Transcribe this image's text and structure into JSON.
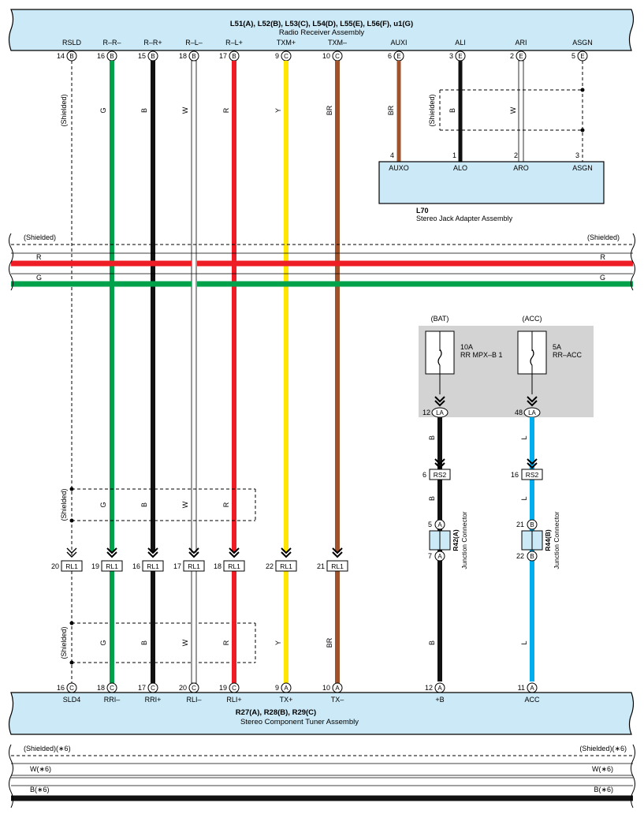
{
  "colors": {
    "panel_fill": "#cbe9f6",
    "fuse_box": "#d3d3d3",
    "green": "#00a14b",
    "black": "#111111",
    "red": "#ee1c25",
    "yellow": "#ffe600",
    "brown": "#a0522d",
    "blue": "#00aeef",
    "white_wire": "#ffffff"
  },
  "radio": {
    "title": "L51(A), L52(B), L53(C), L54(D), L55(E), L56(F), u1(G)",
    "subtitle": "Radio Receiver Assembly",
    "pins": [
      {
        "label": "RSLD",
        "num": "14",
        "conn": "B"
      },
      {
        "label": "R–R–",
        "num": "16",
        "conn": "B"
      },
      {
        "label": "R–R+",
        "num": "15",
        "conn": "B"
      },
      {
        "label": "R–L–",
        "num": "18",
        "conn": "B"
      },
      {
        "label": "R–L+",
        "num": "17",
        "conn": "B"
      },
      {
        "label": "TXM+",
        "num": "9",
        "conn": "C"
      },
      {
        "label": "TXM–",
        "num": "10",
        "conn": "C"
      },
      {
        "label": "AUXI",
        "num": "6",
        "conn": "E"
      },
      {
        "label": "ALI",
        "num": "3",
        "conn": "E"
      },
      {
        "label": "ARI",
        "num": "2",
        "conn": "E"
      },
      {
        "label": "ASGN",
        "num": "5",
        "conn": "E"
      }
    ]
  },
  "wires_top": {
    "shielded": "(Shielded)",
    "g": "G",
    "b": "B",
    "w": "W",
    "r": "R",
    "y": "Y",
    "br": "BR"
  },
  "jack": {
    "id": "L70",
    "name": "Stereo Jack Adapter Assembly",
    "pins": [
      {
        "label": "AUXO",
        "num": "4"
      },
      {
        "label": "ALO",
        "num": "1"
      },
      {
        "label": "ARO",
        "num": "2"
      },
      {
        "label": "ASGN",
        "num": "3"
      }
    ],
    "wire_br": "BR",
    "wire_b": "B",
    "wire_w": "W",
    "shielded": "(Shielded)"
  },
  "bus": {
    "shielded_left": "(Shielded)",
    "shielded_right": "(Shielded)",
    "r_left": "R",
    "r_right": "R",
    "g_left": "G",
    "g_right": "G"
  },
  "fuses": {
    "bat": {
      "label": "(BAT)",
      "amp": "10A",
      "name": "RR MPX–B 1",
      "pin": "12",
      "conn": "LA"
    },
    "acc": {
      "label": "(ACC)",
      "amp": "5A",
      "name": "RR–ACC",
      "pin": "48",
      "conn": "LA"
    }
  },
  "rs2": [
    {
      "num": "6",
      "label": "RS2",
      "wire_above": "B",
      "wire_below": "B"
    },
    {
      "num": "16",
      "label": "RS2",
      "wire_above": "L",
      "wire_below": "L"
    }
  ],
  "junctions": [
    {
      "id": "R42(A)",
      "name": "Junction Connector",
      "pin_top": "5",
      "conn_top": "A",
      "pin_bot": "7",
      "conn_bot": "A",
      "wire": "B"
    },
    {
      "id": "R44(B)",
      "name": "Junction Connector",
      "pin_top": "21",
      "conn_top": "B",
      "pin_bot": "22",
      "conn_bot": "B",
      "wire": "L"
    }
  ],
  "rl1": [
    {
      "num": "20",
      "label": "RL1"
    },
    {
      "num": "19",
      "label": "RL1"
    },
    {
      "num": "16",
      "label": "RL1"
    },
    {
      "num": "17",
      "label": "RL1"
    },
    {
      "num": "18",
      "label": "RL1"
    },
    {
      "num": "22",
      "label": "RL1"
    },
    {
      "num": "21",
      "label": "RL1"
    }
  ],
  "shield_boxes": {
    "label1": "(Shielded)",
    "label2": "(Shielded)",
    "g": "G",
    "b": "B",
    "w": "W",
    "r": "R"
  },
  "lower_wires": {
    "g": "G",
    "b": "B",
    "w": "W",
    "r": "R",
    "y": "Y",
    "br": "BR",
    "b2": "B",
    "l": "L"
  },
  "tuner": {
    "title": "R27(A), R28(B), R29(C)",
    "subtitle": "Stereo Component Tuner Assembly",
    "pins": [
      {
        "label": "SLD4",
        "num": "16",
        "conn": "C"
      },
      {
        "label": "RRI–",
        "num": "18",
        "conn": "C"
      },
      {
        "label": "RRI+",
        "num": "17",
        "conn": "C"
      },
      {
        "label": "RLI–",
        "num": "20",
        "conn": "C"
      },
      {
        "label": "RLI+",
        "num": "19",
        "conn": "C"
      },
      {
        "label": "TX+",
        "num": "9",
        "conn": "A"
      },
      {
        "label": "TX–",
        "num": "10",
        "conn": "A"
      },
      {
        "label": "+B",
        "num": "12",
        "conn": "A"
      },
      {
        "label": "ACC",
        "num": "11",
        "conn": "A"
      }
    ]
  },
  "bottom_bus": {
    "shielded_left": "(Shielded)(∗6)",
    "shielded_right": "(Shielded)(∗6)",
    "w_left": "W(∗6)",
    "w_right": "W(∗6)",
    "b_left": "B(∗6)",
    "b_right": "B(∗6)"
  }
}
